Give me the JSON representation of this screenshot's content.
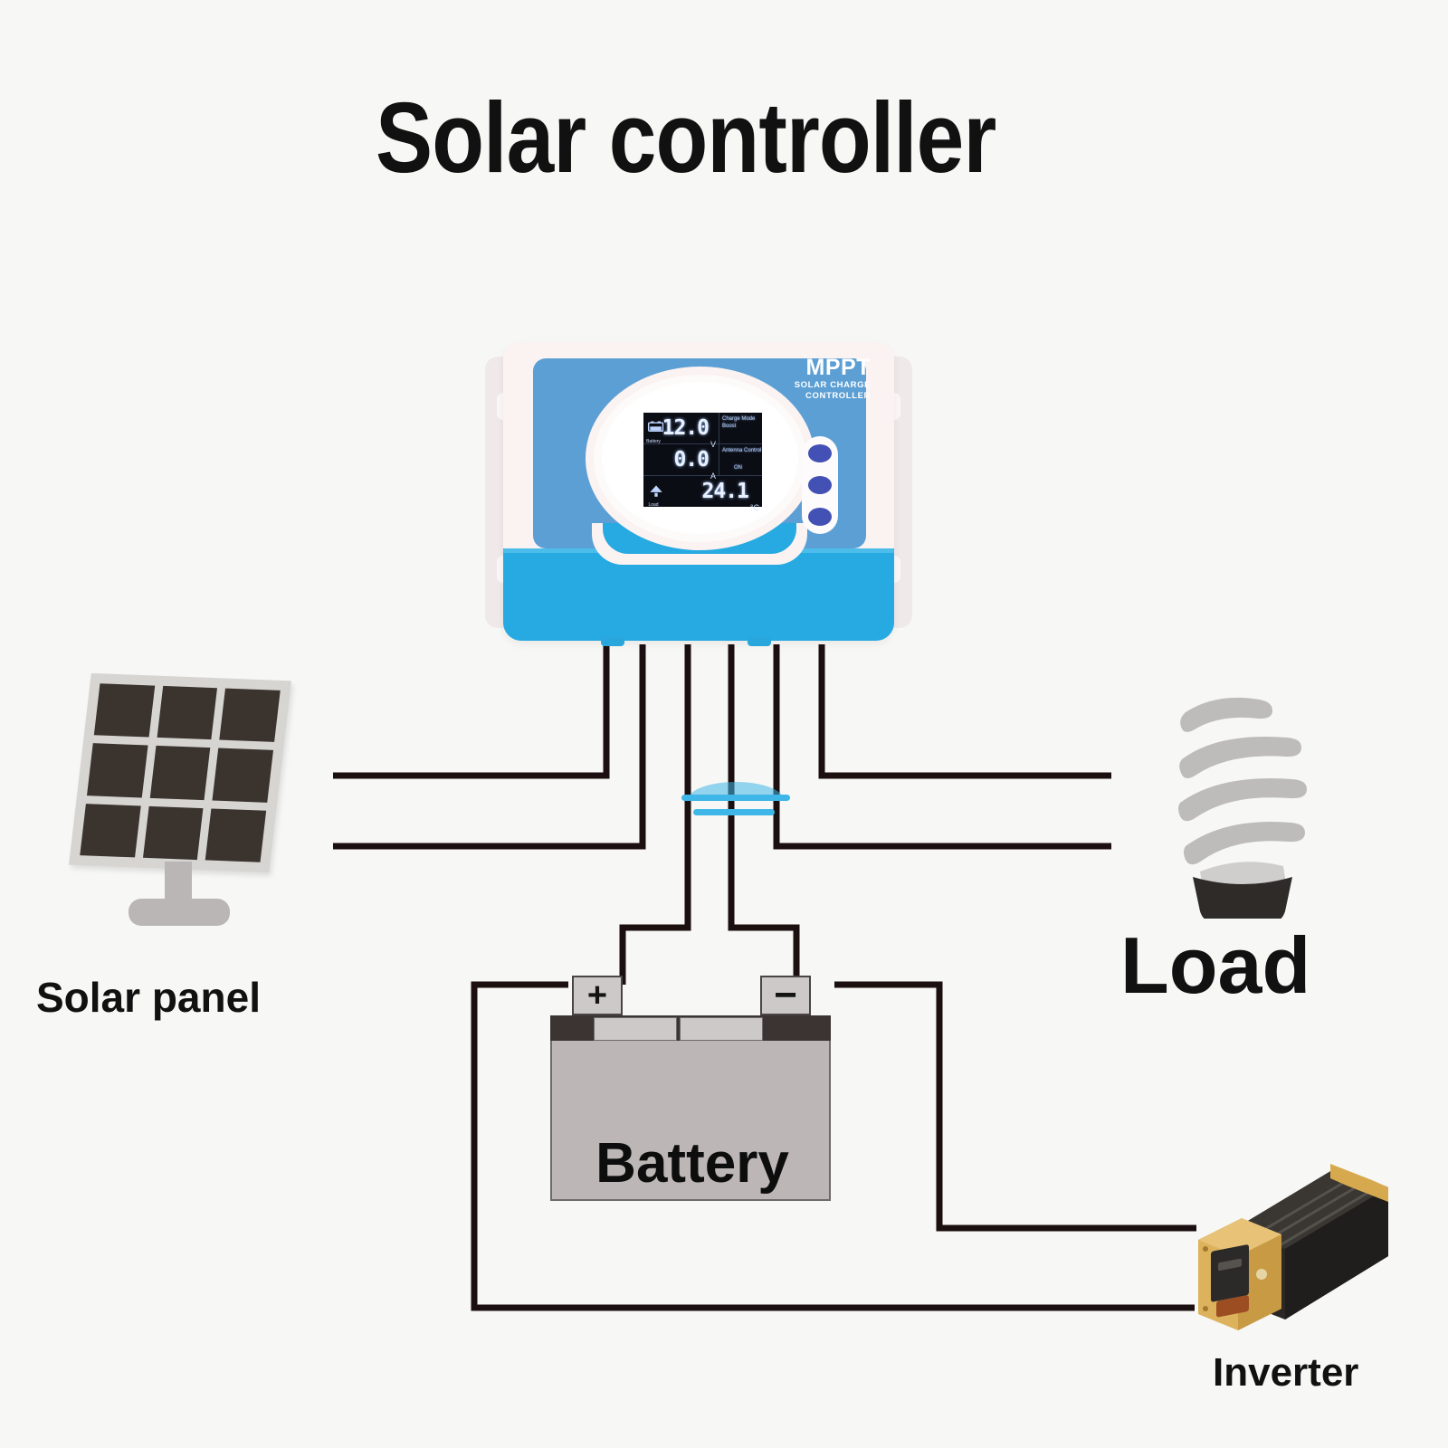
{
  "title": "Solar controller",
  "background_color": "#f7f7f5",
  "wire_color": "#1b0f10",
  "controller": {
    "brand_line1": "MPPT",
    "brand_line2": "SOLAR CHARGE",
    "brand_line3": "CONTROLLER",
    "faceplate_color": "#5c9fd4",
    "housing_color": "#27aae1",
    "button_color": "#4351b5",
    "buttons": [
      "button-1",
      "button-2",
      "button-3"
    ],
    "display": {
      "voltage_value": "12.0",
      "voltage_unit": "V",
      "voltage_icon_label": "Battery",
      "current_value": "0.0",
      "current_unit": "A",
      "temperature_value": "24.1",
      "temperature_unit": "°C",
      "temperature_icon_label": "Load",
      "charge_mode_label": "Charge Mode",
      "charge_mode_value": "Boost",
      "antenna_label": "Antenna Control",
      "antenna_value": "ON"
    }
  },
  "nodes": {
    "solar_panel": {
      "label": "Solar panel",
      "cell_color": "#3a332e",
      "frame_color": "#d7d5d2",
      "cell_count": 9
    },
    "battery": {
      "label": "Battery",
      "body_color": "#bdb6b6",
      "top_color": "#3b3432",
      "positive_terminal": "+",
      "negative_terminal": "−"
    },
    "load": {
      "label": "Load",
      "icon": "cfl-bulb-icon",
      "spiral_color": "#bdbcba",
      "base_color": "#2e2b29"
    },
    "inverter": {
      "label": "Inverter",
      "icon": "inverter-icon",
      "cap_color": "#d7a košt"
    }
  }
}
